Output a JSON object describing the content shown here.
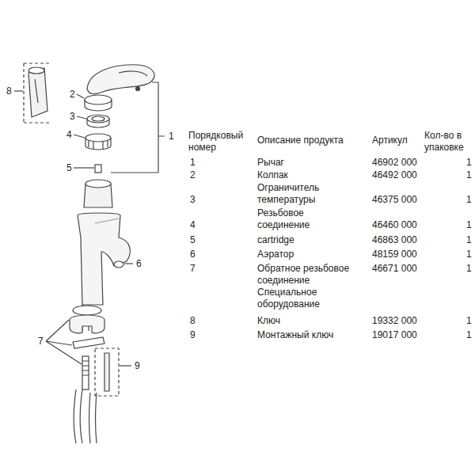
{
  "diagram": {
    "labels": [
      "8",
      "2",
      "3",
      "4",
      "1",
      "5",
      "6",
      "7",
      "9",
      "Порядковый номер",
      "Описание продукта",
      "Артикул",
      "Кол-во в упаковке",
      "1",
      "Рычаг",
      "46902 000",
      "1",
      "2",
      "Колпак",
      "46492 000",
      "1",
      "3",
      "Ограничитель температуры",
      "46375 000",
      "1",
      "4",
      "Резьбовое соединение",
      "46460 000",
      "1",
      "5",
      "cartridge",
      "46863 000",
      "1",
      "6",
      "Аэратор",
      "48159 000",
      "1",
      "7",
      "Обратное резьбовое соединение",
      "46671 000",
      "1",
      "Специальное оборудование",
      "8",
      "Ключ",
      "19332 000",
      "1",
      "9",
      "Монтажный ключ",
      "19017 000",
      "1"
    ]
  }
}
